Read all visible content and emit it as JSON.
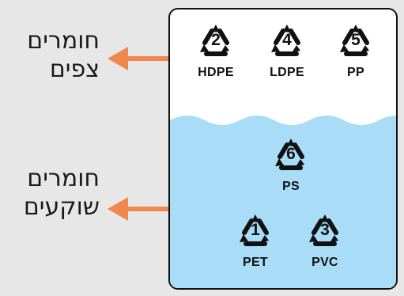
{
  "labels": {
    "float": [
      "חומרים",
      "צפים"
    ],
    "sink": [
      "חומרים",
      "שוקעים"
    ]
  },
  "colors": {
    "arrow": "#f0874f",
    "water": "#a8dcf7",
    "outline": "#111111"
  },
  "floating_materials": [
    {
      "number": "2",
      "code": "HDPE"
    },
    {
      "number": "4",
      "code": "LDPE"
    },
    {
      "number": "5",
      "code": "PP"
    }
  ],
  "sinking_materials": [
    {
      "number": "6",
      "code": "PS"
    },
    {
      "number": "1",
      "code": "PET"
    },
    {
      "number": "3",
      "code": "PVC"
    }
  ]
}
